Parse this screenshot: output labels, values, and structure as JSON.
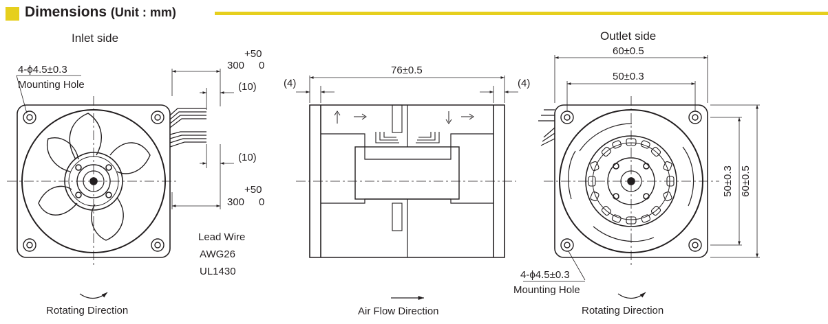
{
  "header": {
    "title": "Dimensions",
    "unit": "(Unit : mm)",
    "accent_color": "#e6cf1d"
  },
  "inlet": {
    "title": "Inlet side",
    "hole_dim": "4-ϕ4.5±0.3",
    "hole_label": "Mounting Hole",
    "lead_len": "300",
    "tol_plus": "+50",
    "tol_minus": "0",
    "strip": "(10)",
    "lead_wire": [
      "Lead Wire",
      "AWG26",
      "UL1430"
    ],
    "rotation_label": "Rotating Direction"
  },
  "side": {
    "length": "76±0.5",
    "offset": "(4)",
    "airflow_label": "Air Flow Direction"
  },
  "outlet": {
    "title": "Outlet side",
    "width": "60±0.5",
    "hole_pitch": "50±0.3",
    "hole_dim": "4-ϕ4.5±0.3",
    "hole_label": "Mounting Hole",
    "rotation_label": "Rotating Direction"
  }
}
